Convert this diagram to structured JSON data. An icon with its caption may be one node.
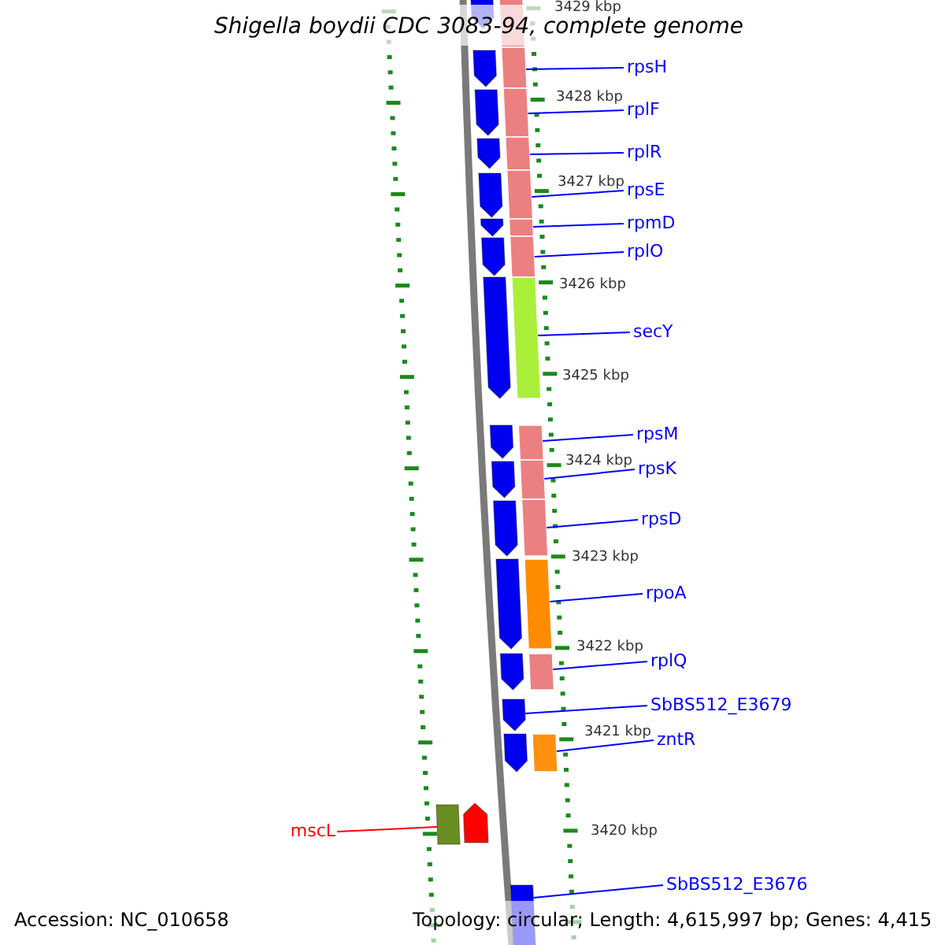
{
  "diagram": {
    "title": "Shigella boydii CDC 3083-94, complete genome",
    "nodes": [
      {
        "text": [
          "rpsH"
        ]
      },
      {
        "text": [
          "rplF"
        ]
      },
      {
        "text": [
          "rplR"
        ]
      },
      {
        "text": [
          "rpsE"
        ]
      },
      {
        "text": [
          "rpmD"
        ]
      },
      {
        "text": [
          "rplO"
        ]
      },
      {
        "text": [
          "secY"
        ]
      },
      {
        "text": [
          "rpsM"
        ]
      },
      {
        "text": [
          "rpsK"
        ]
      },
      {
        "text": [
          "rpsD"
        ]
      },
      {
        "text": [
          "rpoA"
        ]
      },
      {
        "text": [
          "rplQ"
        ]
      },
      {
        "text": [
          "SbBS512_E3679"
        ]
      },
      {
        "text": [
          "zntR"
        ]
      },
      {
        "text": [
          "mscL"
        ]
      },
      {
        "text": [
          "SbBS512_E3676"
        ]
      },
      {
        "text": [],
        "shape": "pentagon"
      },
      {
        "text": [],
        "shape": "bar"
      },
      {
        "text": [],
        "shape": "pentagon"
      },
      {
        "text": [],
        "shape": "bar"
      },
      {
        "text": [],
        "shape": "pentagon"
      },
      {
        "text": [],
        "shape": "bar"
      },
      {
        "text": [],
        "shape": "pentagon"
      },
      {
        "text": [],
        "shape": "bar"
      },
      {
        "text": [],
        "shape": "pentagon"
      },
      {
        "text": [],
        "shape": "bar"
      },
      {
        "text": [],
        "shape": "pentagon"
      },
      {
        "text": [],
        "shape": "bar"
      },
      {
        "text": [],
        "shape": "pentagon"
      },
      {
        "text": [],
        "shape": "bar"
      },
      {
        "text": [],
        "shape": "pentagon"
      },
      {
        "text": [],
        "shape": "bar"
      },
      {
        "text": [],
        "shape": "pentagon"
      },
      {
        "text": [],
        "shape": "bar"
      },
      {
        "text": [],
        "shape": "pentagon"
      },
      {
        "text": [],
        "shape": "bar"
      },
      {
        "text": [],
        "shape": "pentagon"
      },
      {
        "text": [],
        "shape": "bar"
      },
      {
        "text": [],
        "shape": "pentagon"
      },
      {
        "text": [],
        "shape": "bar"
      },
      {
        "text": [],
        "shape": "pentagon"
      },
      {
        "text": [],
        "shape": "bar"
      },
      {
        "text": [],
        "shape": "pentagon"
      },
      {
        "text": [],
        "shape": "pentagon"
      },
      {
        "text": [],
        "shape": "bar"
      },
      {
        "text": [],
        "shape": "bar"
      },
      {
        "text": [],
        "shape": "pentagon"
      },
      {
        "text": [],
        "shape": "pentagon"
      }
    ],
    "edges": [
      {
        "from": 0,
        "to": 19,
        "arrow": "none"
      },
      {
        "from": 1,
        "to": 21,
        "arrow": "none"
      },
      {
        "from": 2,
        "to": 23,
        "arrow": "none"
      },
      {
        "from": 3,
        "to": 25,
        "arrow": "none"
      },
      {
        "from": 4,
        "to": 27,
        "arrow": "none"
      },
      {
        "from": 5,
        "to": 29,
        "arrow": "none"
      },
      {
        "from": 6,
        "to": 31,
        "arrow": "none"
      },
      {
        "from": 7,
        "to": 33,
        "arrow": "none"
      },
      {
        "from": 8,
        "to": 35,
        "arrow": "none"
      },
      {
        "from": 9,
        "to": 37,
        "arrow": "none"
      },
      {
        "from": 10,
        "to": 39,
        "arrow": "none"
      },
      {
        "from": 11,
        "to": 41,
        "arrow": "none"
      },
      {
        "from": 12,
        "to": 42,
        "arrow": "none"
      },
      {
        "from": 13,
        "to": 44,
        "arrow": "none"
      },
      {
        "from": 14,
        "to": 45,
        "arrow": "none",
        "color": "#ff0000"
      },
      {
        "from": 15,
        "to": 47,
        "arrow": "none"
      }
    ],
    "labels": [
      "3429 kbp",
      "3428 kbp",
      "3427 kbp",
      "3426 kbp",
      "3425 kbp",
      "3424 kbp",
      "3423 kbp",
      "3422 kbp",
      "3421 kbp",
      "3420 kbp",
      "Accession: NC_010658",
      "Topology: circular; Length: 4,615,997 bp; Genes: 4,415"
    ]
  }
}
